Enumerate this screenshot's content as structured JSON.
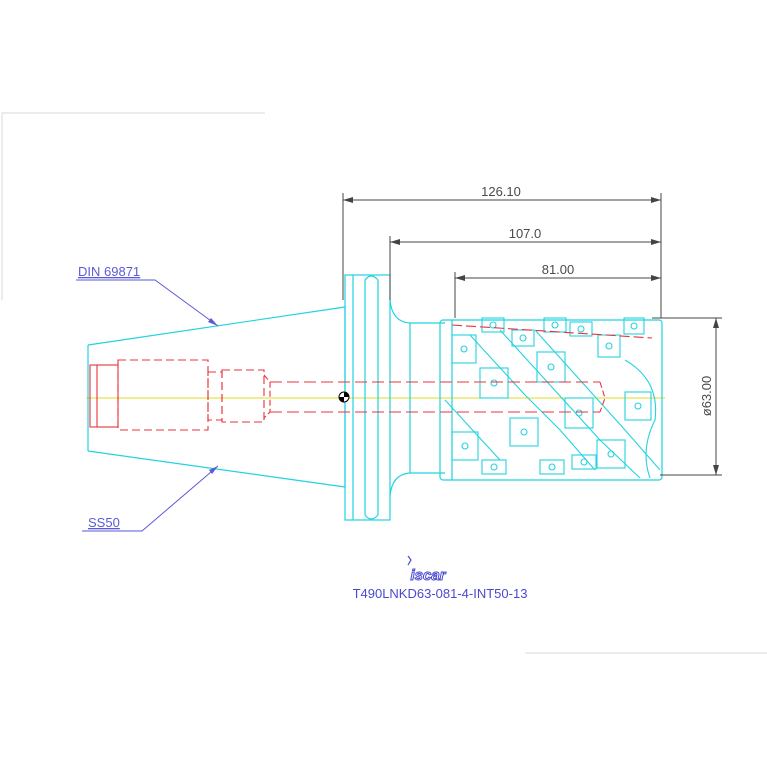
{
  "dimensions": {
    "overall_length": "126.10",
    "body_length": "107.0",
    "cutting_length": "81.00",
    "diameter": "ø63.00"
  },
  "callouts": {
    "standard": "DIN 69871",
    "taper": "SS50"
  },
  "title_block": {
    "logo_text": "iscar",
    "part_number": "T490LNKD63-081-4-INT50-13"
  },
  "colors": {
    "outline": "#22d3e0",
    "hidden": "#e8333b",
    "dimension": "#444444",
    "callout": "#5a5ad8",
    "centerline": "#e0d820"
  }
}
